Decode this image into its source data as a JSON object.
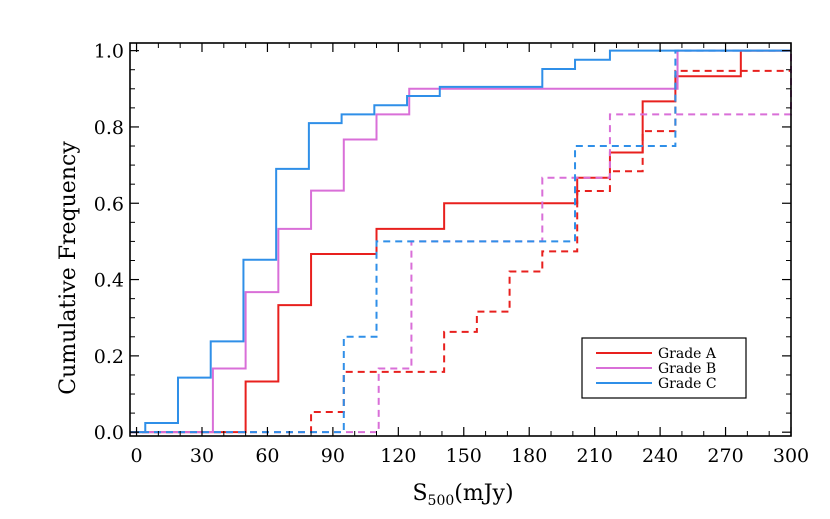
{
  "chart_data": {
    "type": "line",
    "step": true,
    "xlabel_main": "S",
    "xlabel_sub": "500",
    "xlabel_suffix": "(mJy)",
    "ylabel": "Cumulative Frequency",
    "xlim": [
      -3,
      300
    ],
    "ylim": [
      -0.01,
      1.02
    ],
    "xticks": [
      0,
      30,
      60,
      90,
      120,
      150,
      180,
      210,
      240,
      270,
      300
    ],
    "yticks": [
      0.0,
      0.2,
      0.4,
      0.6,
      0.8,
      1.0
    ],
    "ytick_labels": [
      "0.0",
      "0.2",
      "0.4",
      "0.6",
      "0.8",
      "1.0"
    ],
    "grid": false,
    "legend_position": "bottom-right",
    "series": [
      {
        "name": "Grade A",
        "color": "#e8201e",
        "dash": false,
        "x": [
          -3,
          50,
          65,
          80,
          110,
          141,
          202,
          217,
          232,
          247,
          277,
          300
        ],
        "y": [
          0,
          0.133,
          0.333,
          0.467,
          0.533,
          0.6,
          0.667,
          0.733,
          0.867,
          0.933,
          1.0,
          1.0
        ]
      },
      {
        "name": "Grade B",
        "color": "#d96fd8",
        "dash": false,
        "x": [
          -3,
          35,
          50,
          65,
          80,
          95,
          110,
          125,
          248,
          300
        ],
        "y": [
          0,
          0.167,
          0.367,
          0.533,
          0.633,
          0.767,
          0.833,
          0.9,
          1.0,
          1.0
        ]
      },
      {
        "name": "Grade C",
        "color": "#2f8fe8",
        "dash": false,
        "x": [
          -3,
          4,
          19,
          34,
          49,
          64,
          79,
          94,
          109,
          124,
          139,
          186,
          201,
          217,
          300
        ],
        "y": [
          0,
          0.024,
          0.143,
          0.238,
          0.452,
          0.69,
          0.81,
          0.833,
          0.857,
          0.881,
          0.905,
          0.952,
          0.976,
          1.0,
          1.0
        ]
      },
      {
        "name": "",
        "color": "#e8201e",
        "dash": true,
        "x": [
          -3,
          80,
          95,
          141,
          156,
          171,
          186,
          202,
          217,
          232,
          247,
          300
        ],
        "y": [
          0,
          0.053,
          0.158,
          0.263,
          0.316,
          0.421,
          0.474,
          0.632,
          0.684,
          0.789,
          0.947,
          1.0
        ]
      },
      {
        "name": "",
        "color": "#d96fd8",
        "dash": true,
        "x": [
          -3,
          111,
          126,
          186,
          217,
          300
        ],
        "y": [
          0,
          0.167,
          0.5,
          0.667,
          0.833,
          1.0
        ]
      },
      {
        "name": "",
        "color": "#2f8fe8",
        "dash": true,
        "x": [
          -3,
          95,
          110,
          201,
          247,
          300
        ],
        "y": [
          0,
          0.25,
          0.5,
          0.75,
          1.0,
          1.0
        ]
      }
    ]
  }
}
